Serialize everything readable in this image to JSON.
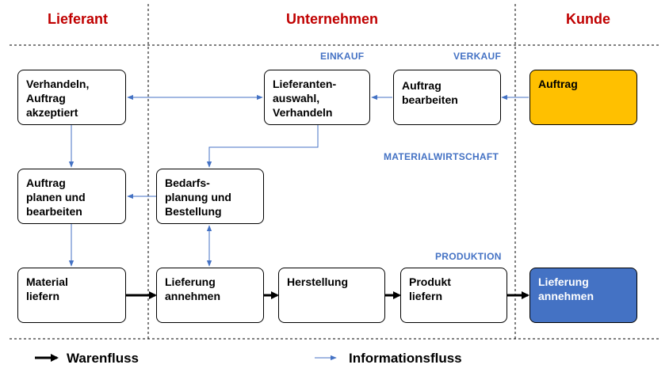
{
  "columns": {
    "lieferant": "Lieferant",
    "unternehmen": "Unternehmen",
    "kunde": "Kunde"
  },
  "departments": {
    "einkauf": "EINKAUF",
    "verkauf": "VERKAUF",
    "materialwirtschaft": "MATERIALWIRTSCHAFT",
    "produktion": "PRODUKTION"
  },
  "boxes": {
    "verhandeln": "Verhandeln,\nAuftrag\nakzeptiert",
    "lieferantenauswahl": "Lieferanten-\nauswahl,\nVerhandeln",
    "auftrag_bearbeiten": "Auftrag\nbearbeiten",
    "auftrag_kunde": "Auftrag",
    "auftrag_planen": "Auftrag\nplanen und\nbearbeiten",
    "bedarfsplanung": "Bedarfs-\nplanung und\nBestellung",
    "material_liefern": "Material\nliefern",
    "lieferung_annehmen": "Lieferung\nannehmen",
    "herstellung": "Herstellung",
    "produkt_liefern": "Produkt\nliefern",
    "lieferung_kunde": "Lieferung\nannehmen"
  },
  "legend": {
    "warenfluss": "Warenfluss",
    "informationsfluss": "Informationsfluss"
  },
  "colors": {
    "title_red": "#c00000",
    "dept_blue": "#4472c4",
    "kunde_auftrag_fill": "#ffc000",
    "kunde_lieferung_fill": "#4472c4",
    "info_arrow": "#4472c4",
    "goods_arrow": "#000000"
  }
}
